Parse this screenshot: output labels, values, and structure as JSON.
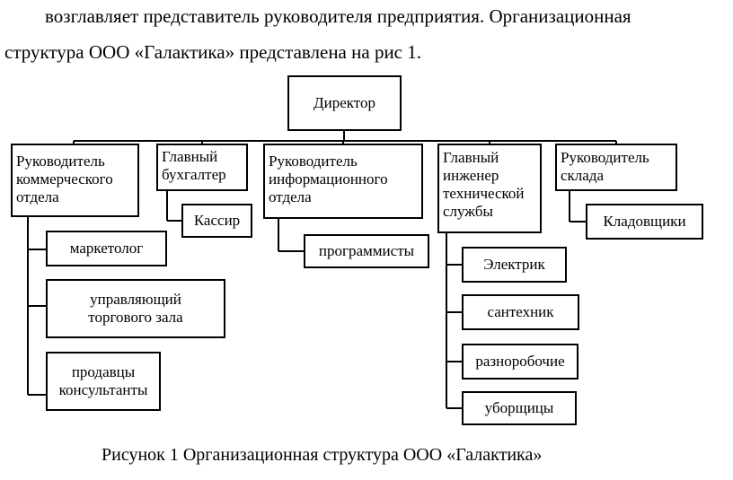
{
  "paragraph": {
    "line1": "возглавляет представитель руководителя предприятия. Организационная",
    "line2": "структура ООО «Галактика» представлена на рис 1."
  },
  "org": {
    "director": "Директор",
    "heads": {
      "commercial": [
        "Руководитель",
        "коммерческого",
        "отдела"
      ],
      "accountant": [
        "Главный",
        "бухгалтер"
      ],
      "it": [
        "Руководитель",
        "информационного",
        "отдела"
      ],
      "engineer": [
        "Главный",
        "инженер",
        "технической",
        "службы"
      ],
      "warehouse": [
        "Руководитель",
        "склада"
      ]
    },
    "staff": {
      "marketer": "маркетолог",
      "hall_manager": [
        "управляющий",
        "торгового зала"
      ],
      "sellers": [
        "продавцы",
        "консультанты"
      ],
      "cashier": "Кассир",
      "programmers": "программисты",
      "electrician": "Электрик",
      "plumber": "сантехник",
      "handymen": "разнорoбочие",
      "cleaners": "уборщицы",
      "storekeepers": "Кладовщики"
    }
  },
  "caption": "Рисунок 1 Организационная структура ООО «Галактика»"
}
